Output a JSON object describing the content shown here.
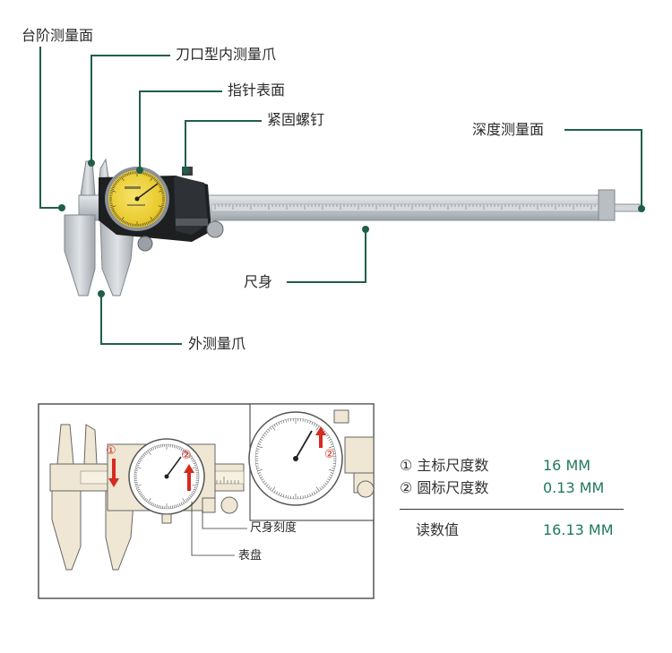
{
  "colors": {
    "leader": "#1f5f4a",
    "dial": "#f1d23a",
    "steel": "#c9cdd1",
    "arrow": "#d62a1f",
    "value": "#1f7a5a",
    "inset_bg": "#efe7d3"
  },
  "labels": {
    "step_face": "台阶测量面",
    "knife_jaw": "刀口型内测量爪",
    "dial_face": "指针表面",
    "lock_screw": "紧固螺钉",
    "depth_face": "深度测量面",
    "main_scale": "尺身",
    "outer_jaw": "外测量爪"
  },
  "inset": {
    "scale_label": "尺身刻度",
    "dial_label": "表盘",
    "marker_1": "①",
    "marker_2": "②"
  },
  "readings": [
    {
      "key": "① 主标尺度数",
      "value": "16  MM"
    },
    {
      "key": "② 圆标尺度数",
      "value": "0.13 MM"
    }
  ],
  "total": {
    "key": "读数值",
    "value": "16.13 MM"
  }
}
